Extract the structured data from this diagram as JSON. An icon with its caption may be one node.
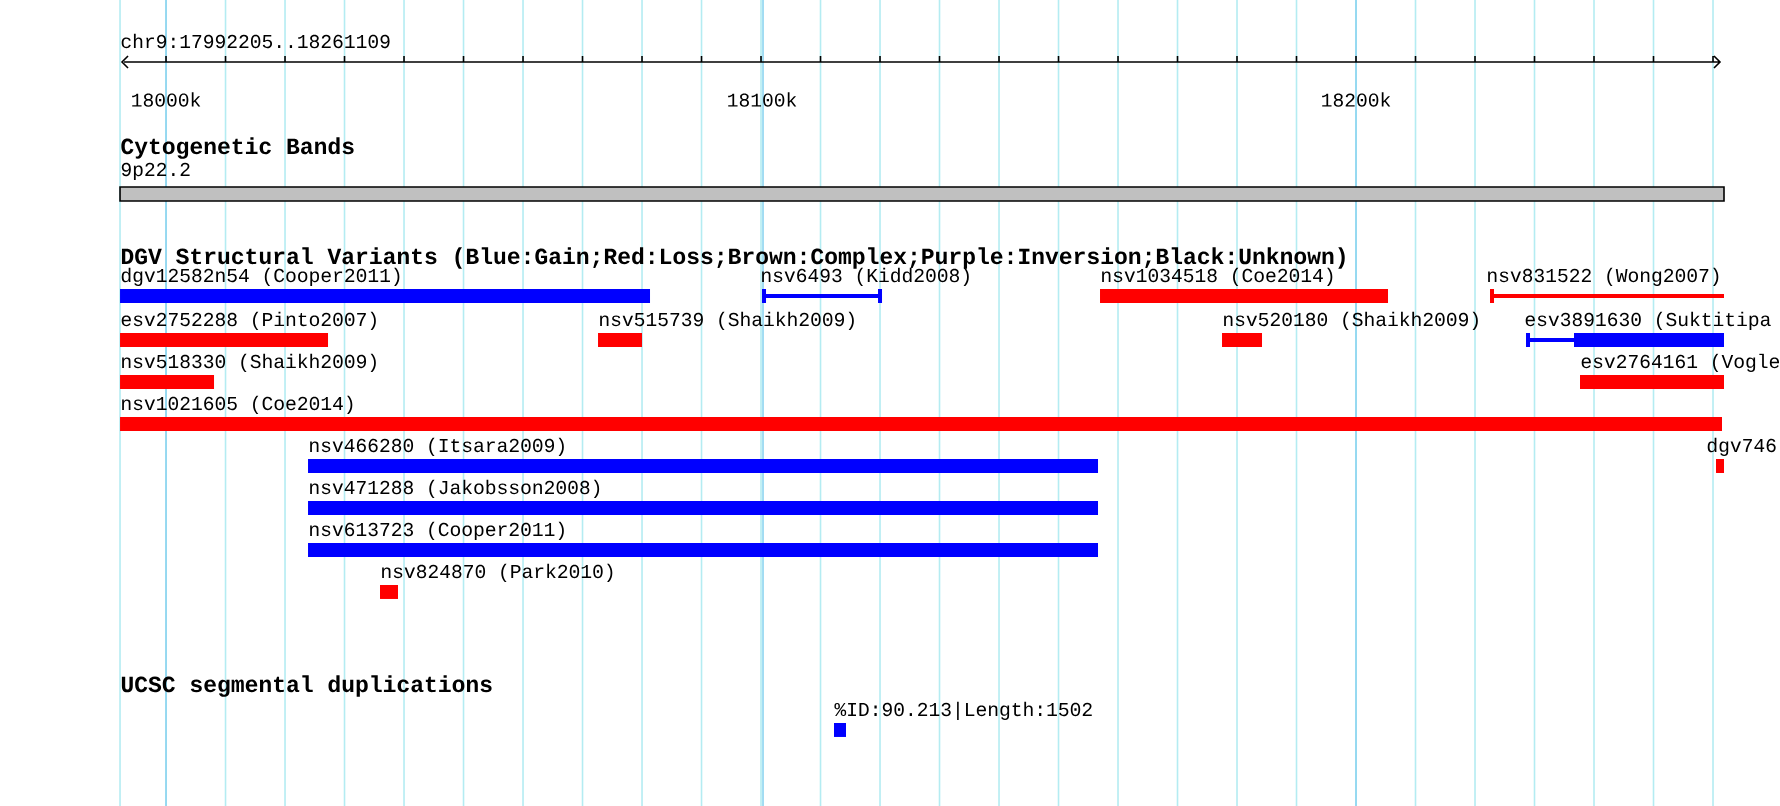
{
  "diagram": {
    "nodes": [
      {
        "text": [
          "9p22.2"
        ]
      },
      {
        "text": [
          "dgv12582n54 (Cooper2011)"
        ]
      },
      {
        "text": [
          "nsv6493 (Kidd2008)"
        ]
      },
      {
        "text": [
          "nsv1034518 (Coe2014)"
        ]
      },
      {
        "text": [
          "nsv831522 (Wong2007)"
        ]
      },
      {
        "text": [
          "esv2752288 (Pinto2007)"
        ]
      },
      {
        "text": [
          "nsv515739 (Shaikh2009)"
        ]
      },
      {
        "text": [
          "nsv520180 (Shaikh2009)"
        ]
      },
      {
        "text": [
          "esv3891630 (Suktitipa"
        ]
      },
      {
        "text": [
          "nsv518330 (Shaikh2009)"
        ]
      },
      {
        "text": [
          "esv2764161 (Vogle"
        ]
      },
      {
        "text": [
          "nsv1021605 (Coe2014)"
        ]
      },
      {
        "text": [
          "nsv466280 (Itsara2009)"
        ]
      },
      {
        "text": [
          "dgv746"
        ]
      },
      {
        "text": [
          "nsv471288 (Jakobsson2008)"
        ]
      },
      {
        "text": [
          "nsv613723 (Cooper2011)"
        ]
      },
      {
        "text": [
          "nsv824870 (Park2010)"
        ]
      },
      {
        "text": [
          "%ID:90.213|Length:1502"
        ]
      }
    ],
    "labels": [
      "chr9:17992205..18261109",
      "18000k",
      "18100k",
      "18200k",
      "Cytogenetic Bands",
      "DGV Structural Variants (Blue:Gain;Red:Loss;Brown:Complex;Purple:Inversion;Black:Unknown)",
      "UCSC segmental duplications"
    ]
  }
}
